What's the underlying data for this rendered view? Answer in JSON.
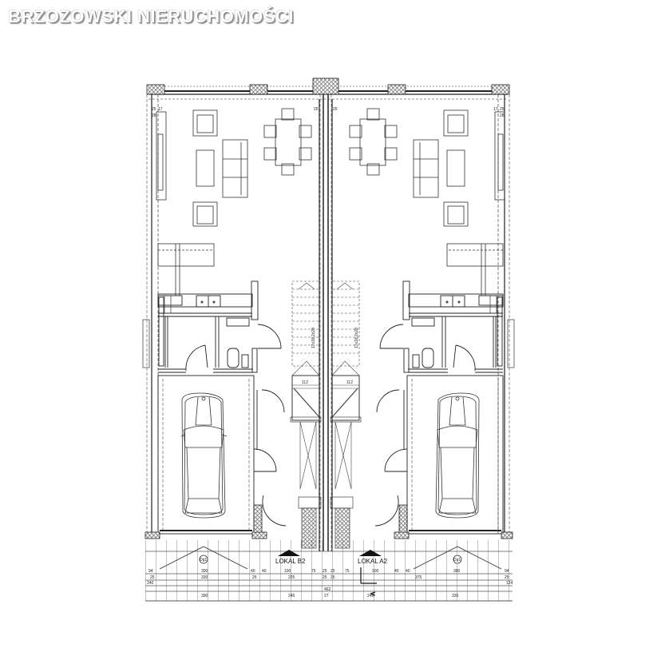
{
  "watermark": {
    "text": "BRZOZOWSKI NIERUCHOMOŚCI"
  },
  "plan": {
    "type": "floor-plan",
    "units": [
      {
        "label": "LOKAL B2",
        "side": "left"
      },
      {
        "label": "LOKAL A2",
        "side": "right"
      }
    ],
    "section_marker": "A",
    "stairs_label": "17x18,2x28",
    "landing_label": "112",
    "entry_symbol": "Dg1",
    "dimensions_bottom": {
      "row1": [
        "94",
        "300",
        "40",
        "40",
        "100",
        "75",
        "25",
        "25",
        "75",
        "100",
        "40",
        "40",
        "300",
        "94"
      ],
      "row2": [
        "25",
        "330",
        "25",
        "225",
        "25",
        "25",
        "25",
        "375",
        "25"
      ],
      "row3": [
        "240",
        "124"
      ],
      "row4": [
        "390",
        "245",
        "27",
        "245",
        "330"
      ],
      "center": [
        "462"
      ]
    },
    "dimensions_wall": [
      "25",
      "17",
      "28",
      "25",
      "25"
    ]
  }
}
